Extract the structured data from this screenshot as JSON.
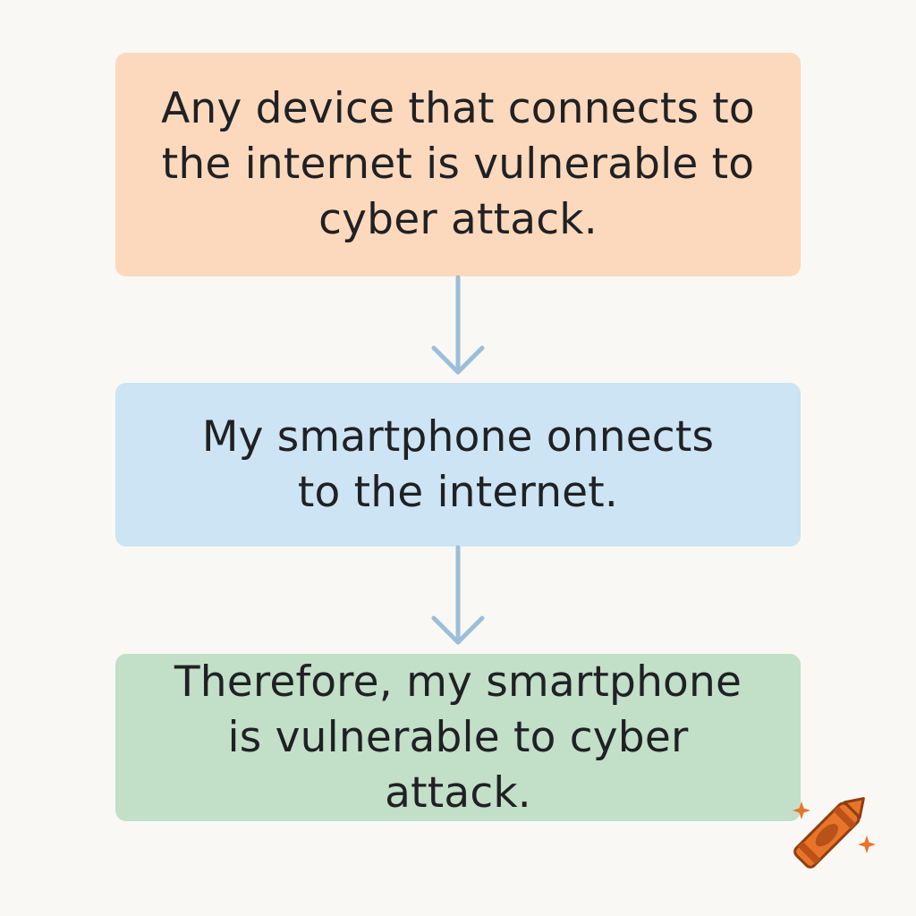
{
  "steps": [
    {
      "text": "Any device that connects to\nthe internet is vulnerable to\ncyber attack."
    },
    {
      "text": "My smartphone onnects\nto the internet."
    },
    {
      "text": "Therefore, my smartphone\nis vulnerable to cyber attack."
    }
  ],
  "colors": {
    "background": "#faf8f4",
    "box1": "#fcd9bc",
    "box2": "#cce4f3",
    "box3": "#c2dfc8",
    "arrow": "#9bbfd8",
    "crayon": "#e8742a"
  },
  "icons": {
    "arrow": "arrow-down-icon",
    "logo": "crayon-logo-icon"
  }
}
